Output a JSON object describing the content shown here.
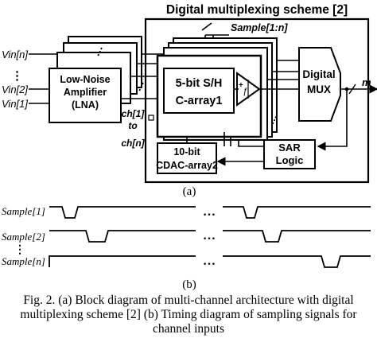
{
  "diagram_a": {
    "scheme_title": "Digital multiplexing scheme [2]",
    "inputs": [
      "Vin[n]",
      "Vin[2]",
      "Vin[1]"
    ],
    "lna_label": [
      "Low-Noise",
      "Amplifier",
      "(LNA)"
    ],
    "ch_label": [
      "ch[1]",
      "to",
      "ch[n]"
    ],
    "sample_bus_label": "Sample[1:n]",
    "sh_label": [
      "5-bit S/H",
      "C-array1"
    ],
    "cdac_label": [
      "10-bit",
      "CDAC-array2"
    ],
    "mux_label": [
      "Digital",
      "MUX"
    ],
    "sar_label": [
      "SAR",
      "Logic"
    ],
    "output_label": "m",
    "comparator_sign": "+",
    "ellipsis": "⋮",
    "panel_label": "(a)"
  },
  "diagram_b": {
    "signals": [
      "Sample[1]",
      "Sample[2]",
      "Sample[n]"
    ],
    "ellipsis": "…",
    "vertical_dots": "⋮",
    "panel_label": "(b)"
  },
  "caption": "Fig. 2. (a) Block diagram of multi-channel architecture with digital multiplexing scheme [2] (b) Timing diagram of sampling signals for channel inputs"
}
